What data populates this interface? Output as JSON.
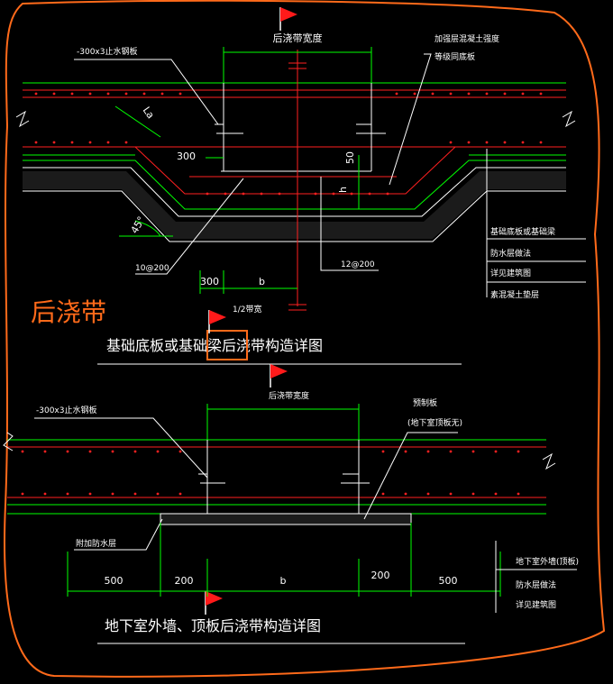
{
  "top": {
    "width_label": "后浇带宽度",
    "steel_plate_label": "-300x3止水钢板",
    "concrete_note_1": "加强层混凝土强度",
    "concrete_note_2": "等级同底板",
    "la_label": "La",
    "dim_300_left": "300",
    "dim_50": "50",
    "dim_h": "h",
    "angle_label": "45°",
    "rebar_left": "10@200",
    "rebar_right": "12@200",
    "dim_300_bottom": "300",
    "dim_b": "b",
    "half_width": "1/2带宽",
    "legend": [
      "基础底板或基础梁",
      "防水层做法",
      "详见建筑图",
      "素混凝土垫层"
    ],
    "title": "基础底板或基础梁后浇带构造详图"
  },
  "handwritten_label": "后浇带",
  "bottom": {
    "width_label": "后浇带宽度",
    "steel_plate_label": "-300x3止水钢板",
    "precast_label_1": "预制板",
    "precast_label_2": "(地下室顶板无)",
    "extra_waterproof": "附加防水层",
    "dims": [
      "500",
      "200",
      "b",
      "200",
      "500"
    ],
    "legend": [
      "地下室外墙(顶板)",
      "防水层做法",
      "详见建筑图"
    ],
    "title": "地下室外墙、顶板后浇带构造详图"
  },
  "colors": {
    "background": "#000000",
    "red_line": "#ff2020",
    "green_line": "#00ff00",
    "cyan_line": "#00ffff",
    "white_line": "#ffffff",
    "orange_markup": "#ff6a1a",
    "flag": "#ff1a1a"
  },
  "icons": [
    "flag-icon",
    "highlight-box"
  ]
}
